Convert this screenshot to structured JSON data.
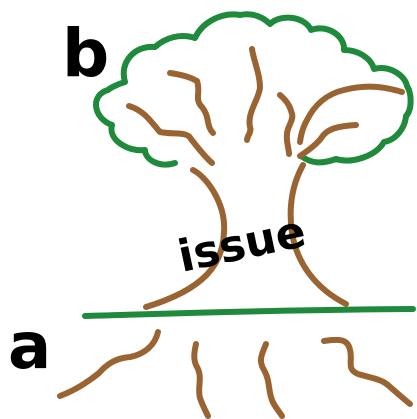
{
  "labels": {
    "canopy_label": "b",
    "ground_label": "a",
    "trunk_label": "issue"
  },
  "colors": {
    "canopy": "#1f8a3c",
    "trunk": "#9a6432",
    "ground": "#1f8a3c",
    "text": "#000000",
    "background": "#ffffff"
  }
}
